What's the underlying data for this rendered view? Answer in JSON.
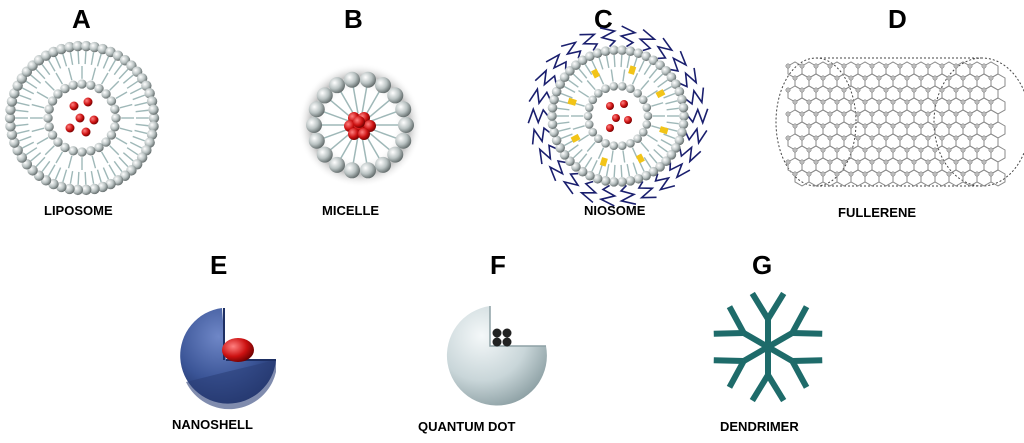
{
  "panels": {
    "a": {
      "letter": "A",
      "caption": "LIPOSOME"
    },
    "b": {
      "letter": "B",
      "caption": "MICELLE"
    },
    "c": {
      "letter": "C",
      "caption": "NIOSOME"
    },
    "d": {
      "letter": "D",
      "caption": "FULLERENE"
    },
    "e": {
      "letter": "E",
      "caption": "NANOSHELL"
    },
    "f": {
      "letter": "F",
      "caption": "QUANTUM DOT"
    },
    "g": {
      "letter": "G",
      "caption": "DENDRIMER"
    }
  },
  "colors": {
    "lipid_head": "#b9c2c2",
    "lipid_tail": "#9fb8b8",
    "drug": "#cc1111",
    "polymer_chain": "#1a1f6e",
    "niosome_marker": "#f2c418",
    "nanotube": "#8a8a8a",
    "nanoshell": "#3b5597",
    "quantum_dot": "#c9d6d9",
    "dendrimer": "#1e6b6a"
  }
}
